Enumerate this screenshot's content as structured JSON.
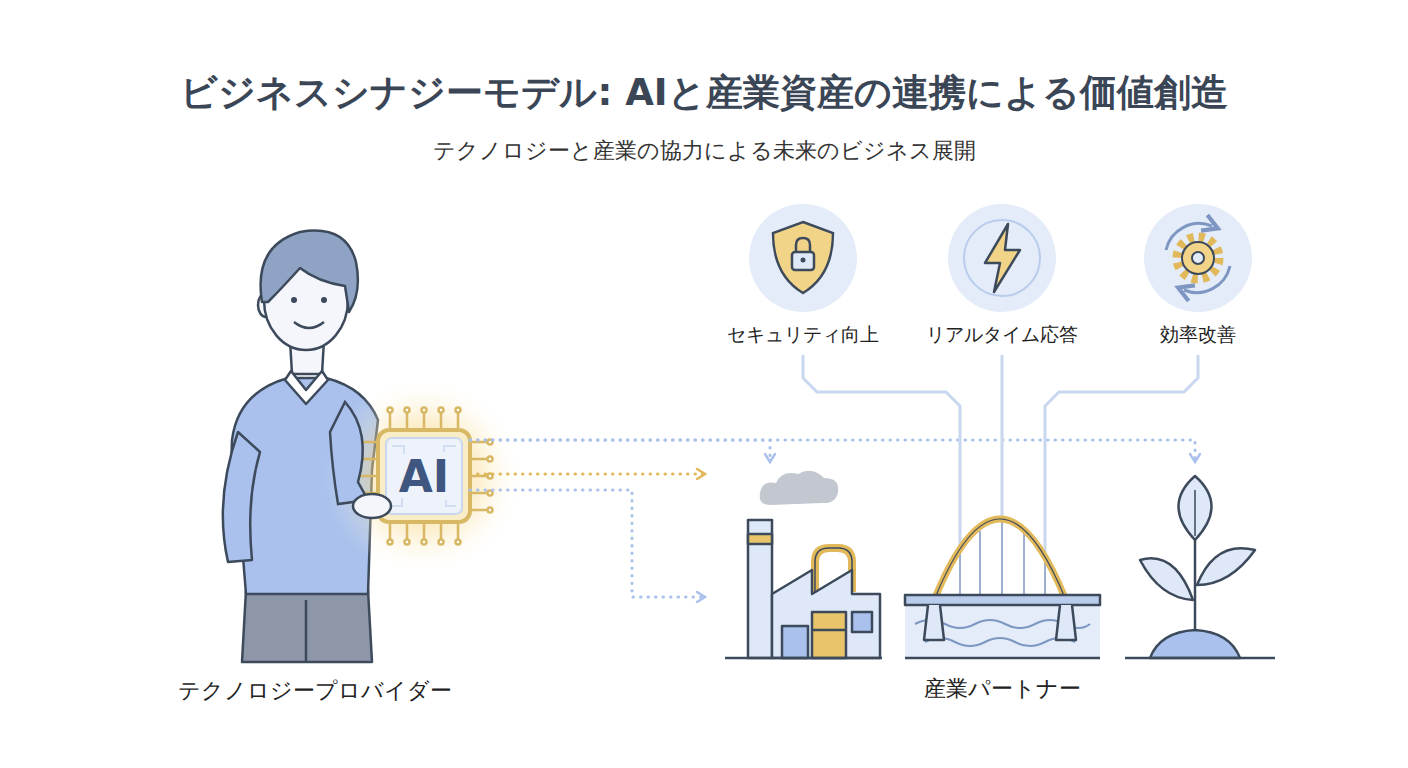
{
  "diagram": {
    "title": "ビジネスシナジーモデル: AIと産業資産の連携による価値創造",
    "nodes": [
      {
        "text": [
          "AI"
        ]
      },
      {
        "text": [
          "セキュリティ向上"
        ]
      },
      {
        "text": [
          "リアルタイム応答"
        ]
      },
      {
        "text": [
          "効率改善"
        ]
      },
      {
        "text": [
          "産業パートナー"
        ]
      }
    ],
    "edges": [
      {
        "from": 0,
        "to": 4,
        "arrow": "to"
      },
      {
        "from": 0,
        "to": 4,
        "arrow": "to"
      },
      {
        "from": 0,
        "to": 4,
        "arrow": "to"
      },
      {
        "from": 0,
        "to": 4,
        "arrow": "to"
      },
      {
        "from": 1,
        "to": 4,
        "arrow": "none"
      },
      {
        "from": 2,
        "to": 4,
        "arrow": "none"
      },
      {
        "from": 3,
        "to": 4,
        "arrow": "none"
      }
    ],
    "labels": [
      "テクノロジーと産業の協力による未来のビジネス展開",
      "テクノロジープロバイダー"
    ]
  }
}
